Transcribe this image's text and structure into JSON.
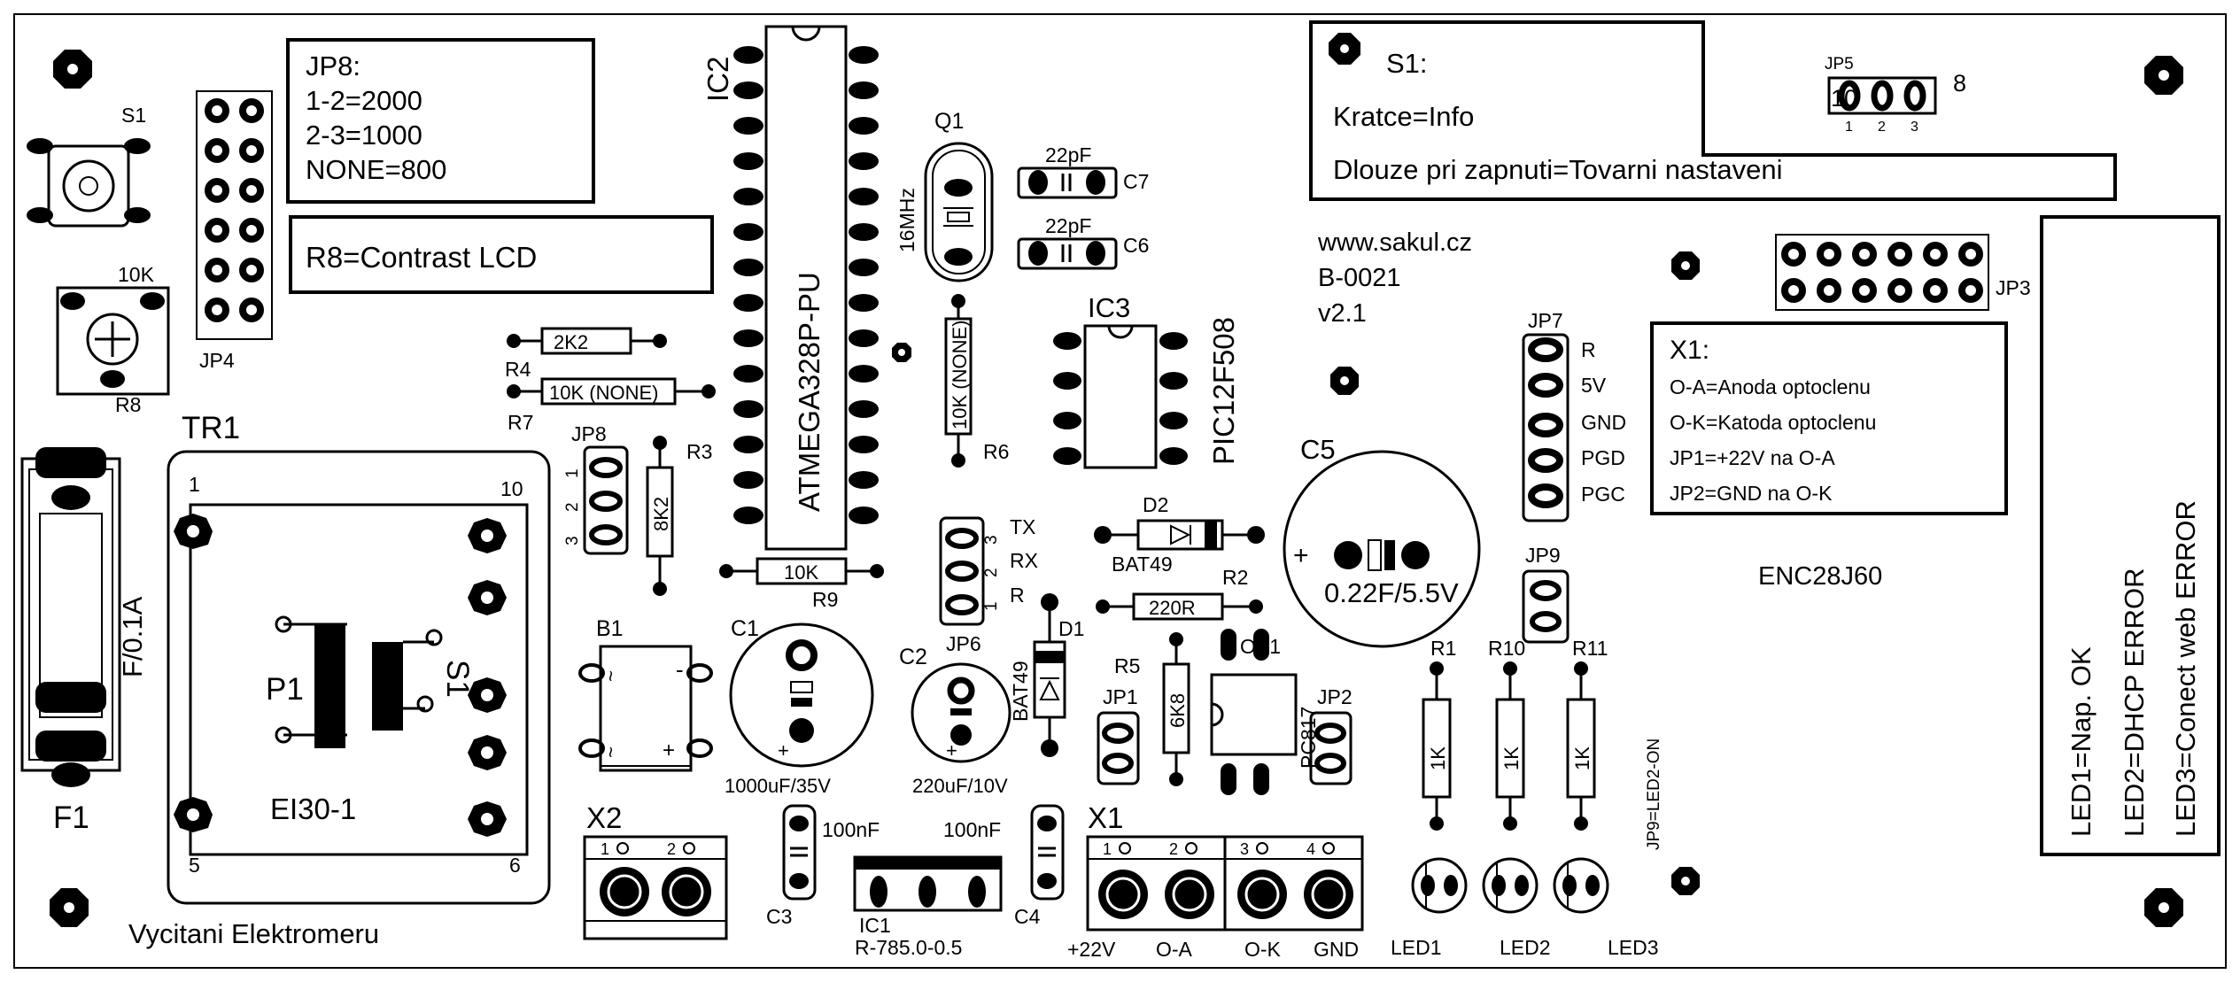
{
  "board": {
    "title": "Vycitani Elektromeru",
    "web": "www.sakul.cz",
    "code": "B-0021",
    "version": "v2.1"
  },
  "notes": {
    "jp8_lines": [
      "JP8:",
      "1-2=2000",
      "2-3=1000",
      "NONE=800"
    ],
    "r8_line": "R8=Contrast LCD",
    "s1_lines": [
      "S1:",
      "Kratce=Info",
      "Dlouze pri zapnuti=Tovarni nastaveni"
    ],
    "x1_lines": [
      "X1:",
      "O-A=Anoda optoclenu",
      "O-K=Katoda optoclenu",
      "JP1=+22V na O-A",
      "JP2=GND na O-K"
    ],
    "led_lines": [
      "LED1=Nap. OK",
      "LED2=DHCP ERROR",
      "LED3=Conect web ERROR"
    ],
    "jp9_note": "JP9=LED2-ON",
    "enc_label": "ENC28J60"
  },
  "labels": {
    "s1": "S1",
    "jp4": "JP4",
    "r8": "R8",
    "r8_value": "10K",
    "tr1": "TR1",
    "f1": "F1",
    "f1_value": "F/0.1A",
    "p1": "P1",
    "s1_coil": "S1",
    "tr_type": "EI30-1",
    "tr_pin1": "1",
    "tr_pin10": "10",
    "tr_pin5": "5",
    "tr_pin6": "6",
    "ic2": "IC2",
    "ic2_type": "ATMEGA328P-PU",
    "q1": "Q1",
    "q1_value": "16MHz",
    "c7": "C7",
    "c7_value": "22pF",
    "c6": "C6",
    "c6_value": "22pF",
    "ic3": "IC3",
    "ic3_type": "PIC12F508",
    "r4": "R4",
    "r4_value": "2K2",
    "r7": "R7",
    "r7_value": "10K (NONE)",
    "jp8": "JP8",
    "jp8_pins": [
      "1",
      "2",
      "3"
    ],
    "r3": "R3",
    "r3_value": "8K2",
    "r9": "R9",
    "r9_value": "10K",
    "r6": "R6",
    "r6_value": "10K (NONE)",
    "jp6": "JP6",
    "jp6_pins": [
      "3",
      "2",
      "1"
    ],
    "jp6_signals": [
      "TX",
      "RX",
      "R"
    ],
    "d2": "D2",
    "d2_type": "BAT49",
    "d1": "D1",
    "d1_type": "BAT49",
    "r2": "R2",
    "r2_value": "220R",
    "r5": "R5",
    "r5_value": "6K8",
    "ok1": "OK1",
    "ok1_type": "PC817",
    "jp1": "JP1",
    "jp2": "JP2",
    "b1": "B1",
    "c1": "C1",
    "c1_value": "1000uF/35V",
    "c2": "C2",
    "c2_value": "220uF/10V",
    "c5": "C5",
    "c5_value": "0.22F/5.5V",
    "jp7": "JP7",
    "jp7_signals": [
      "R",
      "5V",
      "GND",
      "PGD",
      "PGC"
    ],
    "jp9": "JP9",
    "jp5": "JP5",
    "jp5_left": "10",
    "jp5_right": "8",
    "jp5_pins": [
      "1",
      "2",
      "3"
    ],
    "jp3": "JP3",
    "r1": "R1",
    "r10": "R10",
    "r11": "R11",
    "r_led_value": "1K",
    "led1": "LED1",
    "led2": "LED2",
    "led3": "LED3",
    "x2": "X2",
    "x2_pins": [
      "1",
      "2"
    ],
    "x1": "X1",
    "x1_pins": [
      "1",
      "2",
      "3",
      "4"
    ],
    "x1_signals": [
      "+22V",
      "O-A",
      "O-K",
      "GND"
    ],
    "c3": "C3",
    "c3_value": "100nF",
    "c4": "C4",
    "c4_value": "100nF",
    "ic1": "IC1",
    "ic1_type": "R-785.0-0.5",
    "bridge_minus": "-",
    "bridge_plus": "+",
    "bridge_ac": "~",
    "cap_plus": "+"
  }
}
